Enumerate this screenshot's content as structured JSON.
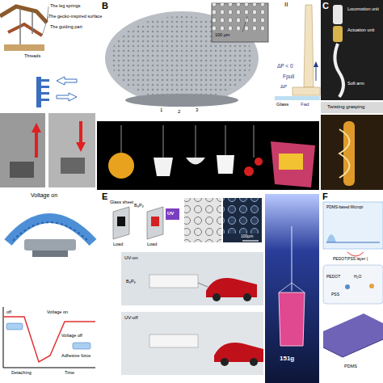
{
  "diagram": {
    "labels": [
      "B",
      "C",
      "E",
      "F",
      "The leg springs",
      "The gecko-inspired surface",
      "The guiding part",
      "Threads",
      "Voltage on",
      "off",
      "Voltage on",
      "Voltage off",
      "Adhesive force",
      "Detaching",
      "Time",
      "100 μm",
      "II",
      "ΔP < 0",
      "Fpull",
      "ΔP",
      "Glass",
      "Fad",
      "1",
      "2",
      "3",
      "Locomotion unit",
      "Actuation unit",
      "Soft arm",
      "Twisting grasping",
      "Glass sheet",
      "B₈P₈",
      "Load",
      "Load",
      "UV",
      "100μm",
      "UV-on",
      "UV-off",
      "B₈P₈",
      "151g",
      "PDMS-based Micropi",
      "PEDOT:PSS layer (",
      "PEDOT",
      "H₂O",
      "PSS",
      "PDMS"
    ]
  }
}
